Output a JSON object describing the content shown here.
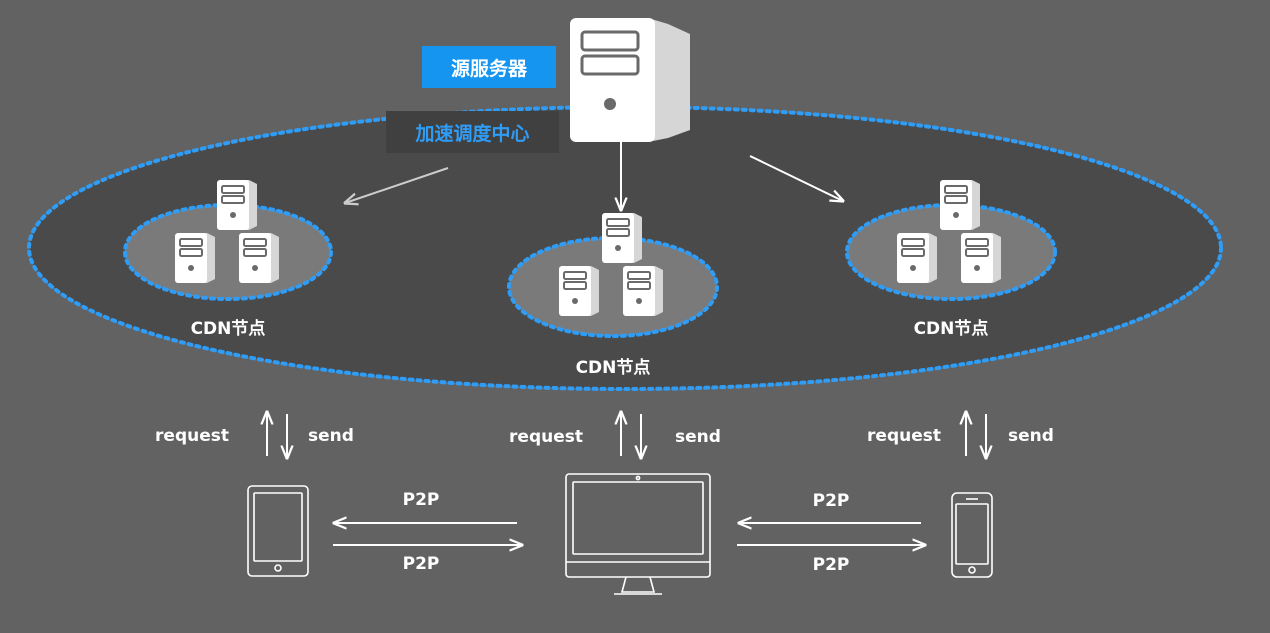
{
  "origin_server": {
    "label": "源服务器"
  },
  "scheduling_center": {
    "label": "加速调度中心"
  },
  "cdn_nodes": [
    {
      "label": "CDN节点"
    },
    {
      "label": "CDN节点"
    },
    {
      "label": "CDN节点"
    }
  ],
  "links": {
    "request_label": "request",
    "send_label": "send",
    "p2p_label": "P2P"
  },
  "clients": [
    {
      "icon": "tablet-icon"
    },
    {
      "icon": "monitor-icon"
    },
    {
      "icon": "phone-icon"
    }
  ],
  "colors": {
    "background": "#626262",
    "cluster_fill": "#4a4a4a",
    "node_fill": "#7a7a7a",
    "dotted_border": "#2f9cf6",
    "origin_tag": "#1594f0",
    "scheduling_tag": "#404040"
  }
}
